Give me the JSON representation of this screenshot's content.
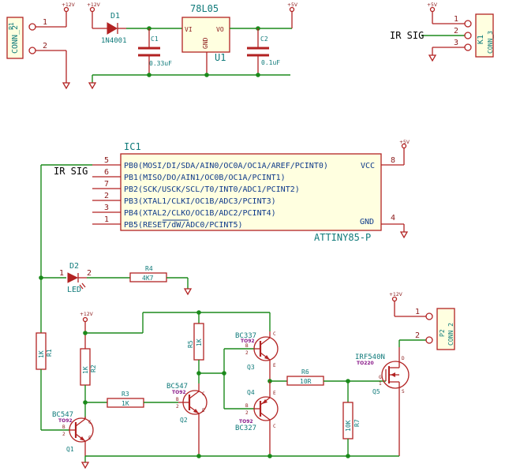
{
  "components": {
    "p1": {
      "ref": "P1",
      "value": "CONN_2",
      "pins": [
        "1",
        "2"
      ]
    },
    "d1": {
      "ref": "D1",
      "value": "1N4001"
    },
    "c1": {
      "ref": "C1",
      "value": "0.33uF"
    },
    "u1": {
      "ref": "U1",
      "value": "78L05",
      "pins": {
        "vi": "VI",
        "vo": "VO",
        "gnd": "GND"
      }
    },
    "c2": {
      "ref": "C2",
      "value": "0.1uF"
    },
    "k1": {
      "ref": "K1",
      "value": "CONN_3",
      "pins": [
        "1",
        "2",
        "3"
      ]
    },
    "ic1": {
      "ref": "IC1",
      "value": "ATTINY85-P",
      "left_pins": [
        {
          "num": "5",
          "name": "PB0(MOSI/DI/SDA/AIN0/OC0A/OC1A/AREF/PCINT0)"
        },
        {
          "num": "6",
          "name": "PB1(MISO/DO/AIN1/OC0B/OC1A/PCINT1)"
        },
        {
          "num": "7",
          "name": "PB2(SCK/USCK/SCL/T0/INT0/ADC1/PCINT2)"
        },
        {
          "num": "2",
          "name": "PB3(XTAL1/CLKI/OC1B/ADC3/PCINT3)"
        },
        {
          "num": "3",
          "name": "PB4(XTAL2/CLKO/OC1B/ADC2/PCINT4)"
        },
        {
          "num": "1",
          "name": "PB5(RESET/dW/ADC0/PCINT5)"
        }
      ],
      "right_pins": [
        {
          "num": "8",
          "name": "VCC"
        },
        {
          "num": "4",
          "name": "GND"
        }
      ]
    },
    "d2": {
      "ref": "D2",
      "value": "LED"
    },
    "r4": {
      "ref": "R4",
      "value": "4K7"
    },
    "r1": {
      "ref": "R1",
      "value": "1K"
    },
    "r2": {
      "ref": "R2",
      "value": "1K"
    },
    "r3": {
      "ref": "R3",
      "value": "1K"
    },
    "r5": {
      "ref": "R5",
      "value": "1K"
    },
    "r6": {
      "ref": "R6",
      "value": "10R"
    },
    "r7": {
      "ref": "R7",
      "value": "10K"
    },
    "q1": {
      "ref": "Q1",
      "value": "BC547",
      "pkg": "TO92"
    },
    "q2": {
      "ref": "Q2",
      "value": "BC547",
      "pkg": "TO92"
    },
    "q3": {
      "ref": "Q3",
      "value": "BC337",
      "pkg": "TO92"
    },
    "q4": {
      "ref": "Q4",
      "value": "BC327",
      "pkg": "TO92"
    },
    "q5": {
      "ref": "Q5",
      "value": "IRF540N",
      "pkg": "TO220"
    },
    "p2": {
      "ref": "P2",
      "value": "CONN_2",
      "pins": [
        "1",
        "2"
      ]
    }
  },
  "net_labels": {
    "ir_sig_top": "IR SIG",
    "ir_sig_ic": "IR SIG"
  },
  "power": {
    "v12": "+12V",
    "v5": "+5V"
  },
  "pin_letters": {
    "b": "B",
    "c": "C",
    "e": "E",
    "g": "G",
    "d": "D",
    "s": "S"
  },
  "pin_numbers": {
    "one": "1",
    "two": "2",
    "three": "3"
  },
  "colors": {
    "wire": "#1b8a1b",
    "component": "#b22222",
    "reference": "#0f7a7a",
    "ic_text": "#0f3a8a",
    "package": "#8a1a8a"
  }
}
